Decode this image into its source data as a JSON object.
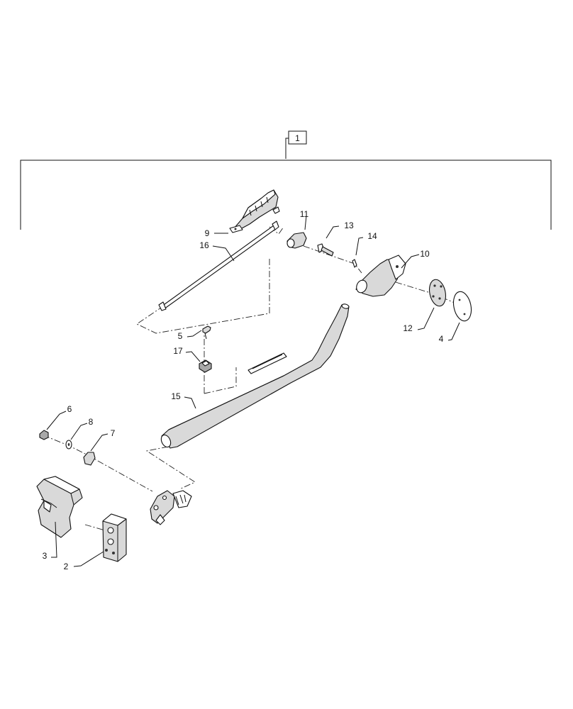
{
  "diagram": {
    "assembly_callout": "1",
    "callouts": {
      "c2": "2",
      "c3": "3",
      "c4": "4",
      "c5": "5",
      "c6": "6",
      "c7": "7",
      "c8": "8",
      "c9": "9",
      "c10": "10",
      "c11": "11",
      "c12": "12",
      "c13": "13",
      "c14": "14",
      "c15": "15",
      "c16": "16",
      "c17": "17"
    }
  }
}
